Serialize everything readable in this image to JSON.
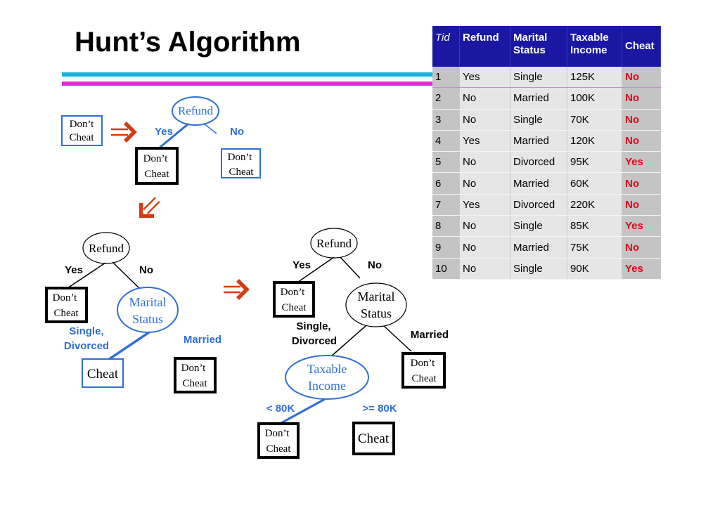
{
  "title": "Hunt’s Algorithm",
  "colors": {
    "blue": "#2f6fd6",
    "black": "#000000",
    "arrow": "#d23c14",
    "red": "#e8001c",
    "header_bg": "#1a17a2"
  },
  "tree1": {
    "left_leaf": [
      "Don’t",
      "Cheat"
    ],
    "root": "Refund",
    "yes": "Yes",
    "no": "No",
    "leaf_yes": [
      "Don’t",
      "Cheat"
    ],
    "leaf_no": [
      "Don’t",
      "Cheat"
    ]
  },
  "tree2": {
    "root": "Refund",
    "yes": "Yes",
    "no": "No",
    "leaf_yes": [
      "Don’t",
      "Cheat"
    ],
    "marital": [
      "Marital",
      "Status"
    ],
    "single": [
      "Single,",
      "Divorced"
    ],
    "married": "Married",
    "leaf_single": "Cheat",
    "leaf_married": [
      "Don’t",
      "Cheat"
    ]
  },
  "tree3": {
    "root": "Refund",
    "yes": "Yes",
    "no": "No",
    "leaf_yes": [
      "Don’t",
      "Cheat"
    ],
    "marital": [
      "Marital",
      "Status"
    ],
    "single": [
      "Single,",
      "Divorced"
    ],
    "married": "Married",
    "leaf_married": [
      "Don’t",
      "Cheat"
    ],
    "income": [
      "Taxable",
      "Income"
    ],
    "lt": "< 80K",
    "ge": ">= 80K",
    "leaf_lt": [
      "Don’t",
      "Cheat"
    ],
    "leaf_ge": "Cheat"
  },
  "table": {
    "headers": [
      "Tid",
      "Refund",
      "Marital Status",
      "Taxable Income",
      "Cheat"
    ],
    "rows": [
      [
        "1",
        "Yes",
        "Single",
        "125K",
        "No"
      ],
      [
        "2",
        "No",
        "Married",
        "100K",
        "No"
      ],
      [
        "3",
        "No",
        "Single",
        "70K",
        "No"
      ],
      [
        "4",
        "Yes",
        "Married",
        "120K",
        "No"
      ],
      [
        "5",
        "No",
        "Divorced",
        "95K",
        "Yes"
      ],
      [
        "6",
        "No",
        "Married",
        "60K",
        "No"
      ],
      [
        "7",
        "Yes",
        "Divorced",
        "220K",
        "No"
      ],
      [
        "8",
        "No",
        "Single",
        "85K",
        "Yes"
      ],
      [
        "9",
        "No",
        "Married",
        "75K",
        "No"
      ],
      [
        "10",
        "No",
        "Single",
        "90K",
        "Yes"
      ]
    ]
  }
}
